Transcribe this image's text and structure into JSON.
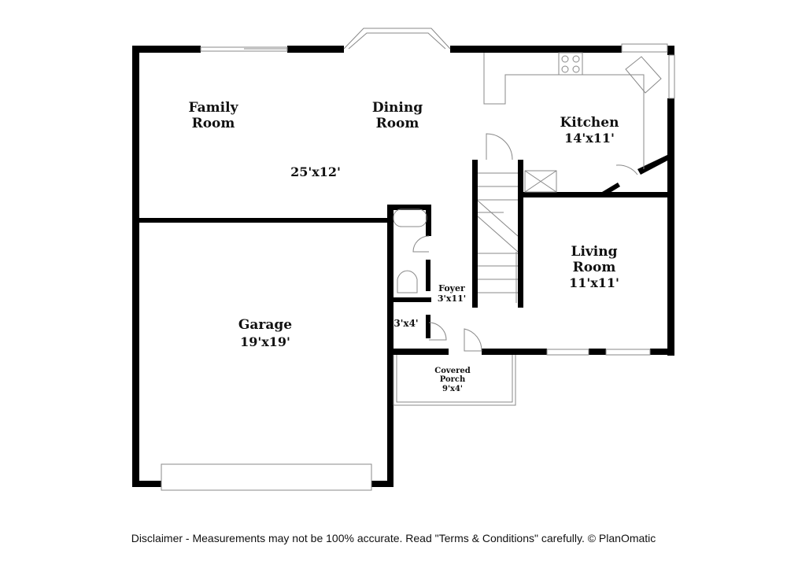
{
  "rooms": {
    "family_room": {
      "line1": "Family",
      "line2": "Room"
    },
    "dining_room": {
      "line1": "Dining",
      "line2": "Room"
    },
    "family_dining_size": "25'x12'",
    "kitchen": {
      "name": "Kitchen",
      "size": "14'x11'"
    },
    "living_room": {
      "line1": "Living",
      "line2": "Room",
      "size": "11'x11'"
    },
    "garage": {
      "name": "Garage",
      "size": "19'x19'"
    },
    "foyer": {
      "name": "Foyer",
      "size": "3'x11'"
    },
    "closet": {
      "size": "3'x4'"
    },
    "porch": {
      "line1": "Covered",
      "line2": "Porch",
      "size": "9'x4'"
    }
  },
  "disclaimer": "Disclaimer - Measurements may not be 100% accurate. Read \"Terms & Conditions\" carefully. © PlanOmatic",
  "colors": {
    "wall": "#000000",
    "fixture": "#999999"
  }
}
